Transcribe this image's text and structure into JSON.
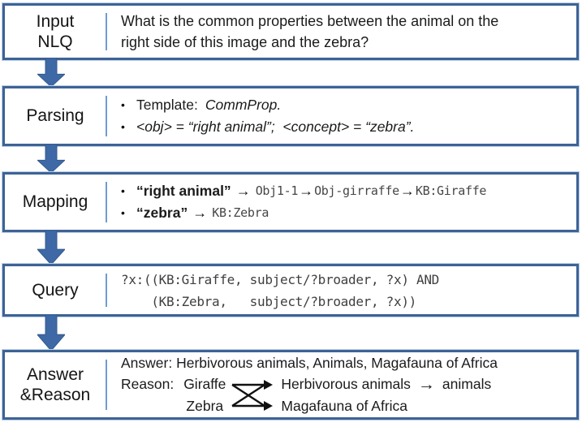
{
  "colors": {
    "box_border": "#3d6396",
    "box_halo": "#bccfe6",
    "flow_arrow": "#3e69a6",
    "divider": "#6f9cd4",
    "mono_text": "#464646",
    "text": "#1b1b1b"
  },
  "stages": {
    "input": {
      "label_line1": "Input",
      "label_line2": "NLQ",
      "question_line1": "What is the common properties between the animal on the",
      "question_line2": "right side of this image and the zebra?"
    },
    "parsing": {
      "label": "Parsing",
      "bullet_glyph": "•",
      "bullet1_prefix": "Template:",
      "bullet1_template": "CommProp.",
      "bullet2_text": "<obj> = “right animal”;  <concept> = “zebra”."
    },
    "mapping": {
      "label": "Mapping",
      "bullet_glyph": "•",
      "arrow_glyph": "→",
      "bullet1_term": "“right animal”",
      "bullet1_chain1": "Obj1-1",
      "bullet1_chain2": "Obj-girraffe",
      "bullet1_chain3": "KB:Giraffe",
      "bullet2_term": "“zebra”",
      "bullet2_chain1": "KB:Zebra"
    },
    "query": {
      "label": "Query",
      "line1": "?x:((KB:Giraffe, subject/?broader, ?x) AND",
      "line2": "    (KB:Zebra,   subject/?broader, ?x))"
    },
    "answer": {
      "label_line1": "Answer",
      "label_line2": "&Reason",
      "answer_line": "Answer: Herbivorous animals, Animals, Magafauna of Africa",
      "reason_label": "Reason:",
      "entity_top": "Giraffe",
      "entity_bottom": "Zebra",
      "result_top": "Herbivorous animals",
      "result_top_arrow": "→",
      "result_top_tail": "animals",
      "result_bottom": "Magafauna of Africa"
    }
  }
}
